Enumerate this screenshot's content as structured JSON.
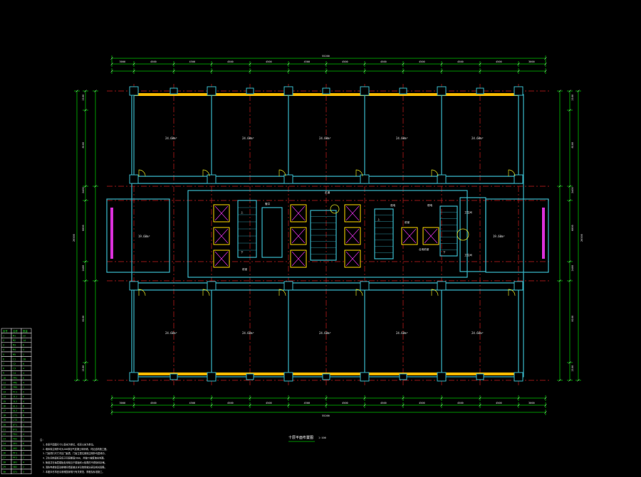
{
  "drawing": {
    "colors": {
      "background": "#000000",
      "wall": "#38b7c9",
      "dimension": "#00c000",
      "axis": "#c81e1e",
      "glazing": "#f5b800",
      "elevator": "#ffd800",
      "elevator_cross": "#d830d8",
      "text": "#e6e6e6"
    },
    "top_overall_dim": "55200",
    "bottom_overall_dim": "55200",
    "left_overall_dim": "26500",
    "right_overall_dim": "26500",
    "top_bay_dims": [
      "3000",
      "4500",
      "4500",
      "4500",
      "4500",
      "4500",
      "4500",
      "4500",
      "4500",
      "4500",
      "4500",
      "3000"
    ],
    "bottom_bay_dims": [
      "3000",
      "4500",
      "4500",
      "4500",
      "4500",
      "4500",
      "4500",
      "4500",
      "4500",
      "4500",
      "4500",
      "3000"
    ],
    "side_dims": [
      "2100",
      "8100",
      "2400",
      "6800",
      "2400",
      "8100",
      "2100"
    ],
    "rooms_top": [
      "24.60m²",
      "24.60m²",
      "24.60m²",
      "24.60m²",
      "24.60m²"
    ],
    "rooms_bottom": [
      "24.60m²",
      "24.60m²",
      "24.60m²",
      "24.60m²",
      "24.60m²"
    ],
    "room_left": "19.60m²",
    "room_right": "19.60m²",
    "core_label": "走道",
    "plan_title": "十层平面布置图",
    "plan_scale": "1:100",
    "legend_header": [
      "序号",
      "名称",
      "数量"
    ],
    "legend_rows": [
      [
        "1",
        "M1",
        "22"
      ],
      [
        "2",
        "M2",
        "14"
      ],
      [
        "3",
        "M3",
        "6"
      ],
      [
        "4",
        "M4",
        "4"
      ],
      [
        "5",
        "M5",
        "2"
      ],
      [
        "6",
        "C1",
        "20"
      ],
      [
        "7",
        "C2",
        "8"
      ],
      [
        "8",
        "C3",
        "4"
      ],
      [
        "9",
        "C4",
        "4"
      ],
      [
        "10",
        "FM1",
        "6"
      ],
      [
        "11",
        "FM2",
        "4"
      ],
      [
        "12",
        "FM3",
        "2"
      ],
      [
        "13",
        "FC1",
        "2"
      ],
      [
        "14",
        "JL1",
        "6"
      ],
      [
        "15",
        "JL2",
        "4"
      ],
      [
        "16",
        "GL1",
        "8"
      ],
      [
        "17",
        "GL2",
        "6"
      ],
      [
        "18",
        "LT1",
        "8"
      ],
      [
        "19",
        "LT2",
        "2"
      ],
      [
        "20",
        "DT1",
        "4"
      ],
      [
        "21",
        "DT2",
        "2"
      ],
      [
        "22",
        "FD1",
        "4"
      ],
      [
        "23",
        "FD2",
        "2"
      ],
      [
        "24",
        "XH1",
        "6"
      ],
      [
        "25",
        "XH2",
        "4"
      ],
      [
        "26",
        "PF1",
        "2"
      ],
      [
        "27",
        "PF2",
        "2"
      ],
      [
        "28",
        "SB1",
        "4"
      ],
      [
        "29",
        "SB2",
        "2"
      ],
      [
        "30",
        "ZZ1",
        "2"
      ]
    ],
    "notes": [
      "注:",
      "1.本层平面图尺寸以毫米为单位，标高以米为单位。",
      "2.墙体除注明外均为200厚加气混凝土砌块墙，详见结构施工图。",
      "3.门窗洞口尺寸详见门窗表，门窗立樘位置除注明外均居墙中。",
      "4.卫生间地面标高低于同层楼面20mm，并做1%坡度坡向地漏。",
      "5.管道井在每层楼板处用相当于楼板耐火极限的不燃烧体封堵。",
      "6.消防电梯前室及楼梯间墙面做法详见装修做法表及相关图集。",
      "7.本图未尽事宜请参照国家现行有关规范、规程及标准施工。"
    ],
    "stair_labels": [
      "上",
      "下",
      "上",
      "下"
    ],
    "core_room_labels": [
      "前室",
      "前室",
      "管井",
      "强电",
      "弱电",
      "卫生间",
      "卫生间",
      "合用前室"
    ]
  }
}
